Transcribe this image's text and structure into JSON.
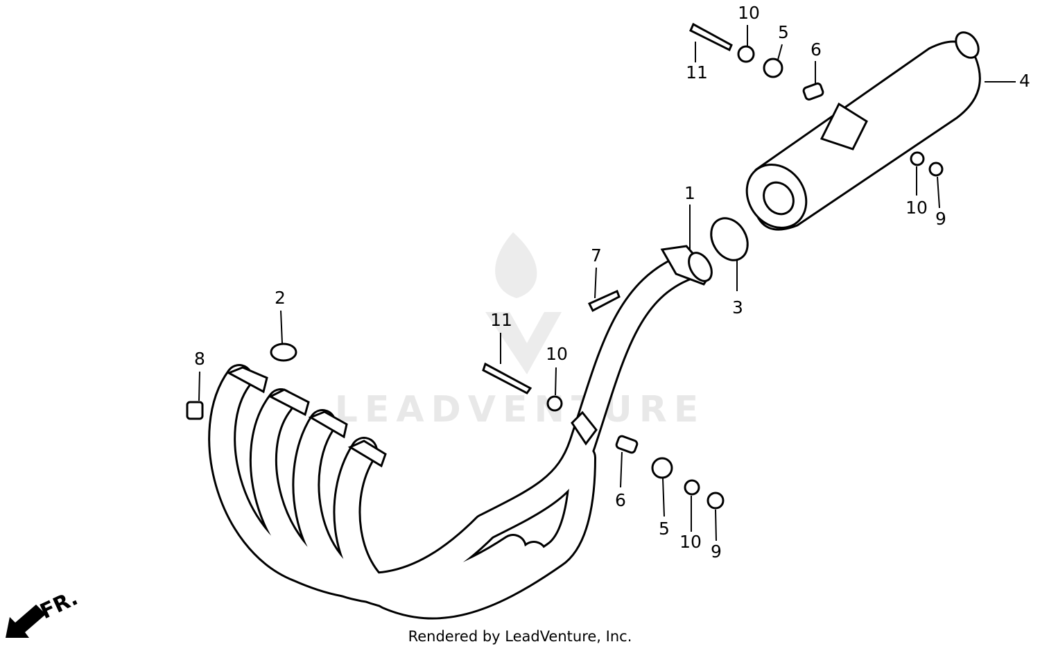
{
  "watermark": "LEADVENTURE",
  "direction_label": "FR.",
  "footer": "Rendered by LeadVenture, Inc.",
  "callouts": [
    {
      "part": "11"
    },
    {
      "part": "10"
    },
    {
      "part": "5"
    },
    {
      "part": "6"
    },
    {
      "part": "4"
    },
    {
      "part": "10"
    },
    {
      "part": "9"
    },
    {
      "part": "1"
    },
    {
      "part": "3"
    },
    {
      "part": "7"
    },
    {
      "part": "2"
    },
    {
      "part": "11"
    },
    {
      "part": "10"
    },
    {
      "part": "8"
    },
    {
      "part": "6"
    },
    {
      "part": "5"
    },
    {
      "part": "10"
    },
    {
      "part": "9"
    }
  ]
}
